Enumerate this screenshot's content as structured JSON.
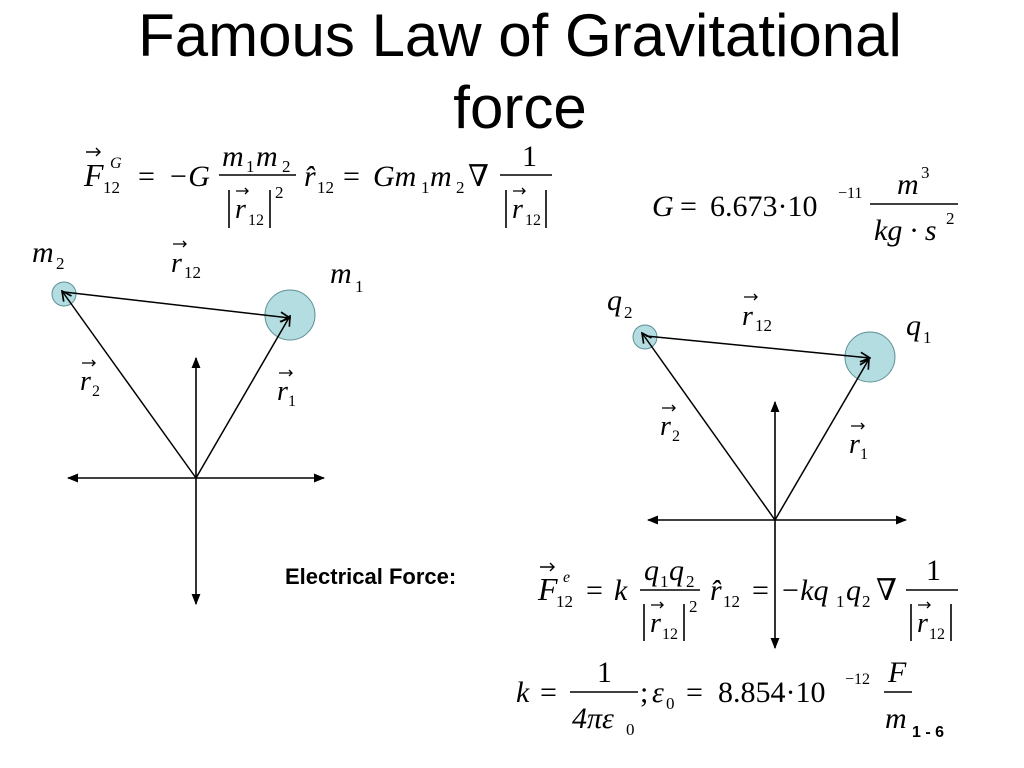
{
  "slide": {
    "title_line1": "Famous Law of Gravitational",
    "title_line2": "force",
    "electrical_label": "Electrical Force:",
    "slide_number": "1 - 6"
  },
  "colors": {
    "circle_fill": "#b3dde1",
    "ink": "#000000"
  },
  "equations": {
    "gravitational_force": {
      "F": "F",
      "sup_G": "G",
      "sub_12": "12",
      "eq": "=",
      "minus_G": "−G",
      "m": "m",
      "sub_1": "1",
      "sub_2": "2",
      "r": "r",
      "sq": "2",
      "r_hat": "r̂",
      "Gm": "Gm",
      "nabla": "∇",
      "one": "1"
    },
    "G_constant": {
      "G": "G",
      "eq": "=",
      "value": "6.673·10",
      "exp": "−11",
      "num": "m",
      "num_exp": "3",
      "den": "kg · s",
      "den_exp": "2"
    },
    "electrical_force": {
      "F": "F",
      "sup_e": "e",
      "sub_12": "12",
      "eq": "=",
      "k": "k",
      "q": "q",
      "sub_1": "1",
      "sub_2": "2",
      "r": "r",
      "sq": "2",
      "r_hat": "r̂",
      "minus_kq": "−kq",
      "nabla": "∇",
      "one": "1"
    },
    "coulomb_constant": {
      "k": "k",
      "eq": "=",
      "one": "1",
      "four_pi_eps": "4πε",
      "sub_0": "0",
      "semicolon": ";",
      "eps": "ε",
      "value": "8.854·10",
      "exp": "−12",
      "F": "F",
      "m": "m"
    }
  },
  "left_diagram": {
    "m2": "m",
    "m2_sub": "2",
    "m1": "m",
    "m1_sub": "1",
    "r12": "r",
    "r12_sub": "12",
    "r2": "r",
    "r2_sub": "2",
    "r1": "r",
    "r1_sub": "1"
  },
  "right_diagram": {
    "q2": "q",
    "q2_sub": "2",
    "q1": "q",
    "q1_sub": "1",
    "r12": "r",
    "r12_sub": "12",
    "r2": "r",
    "r2_sub": "2",
    "r1": "r",
    "r1_sub": "1"
  }
}
